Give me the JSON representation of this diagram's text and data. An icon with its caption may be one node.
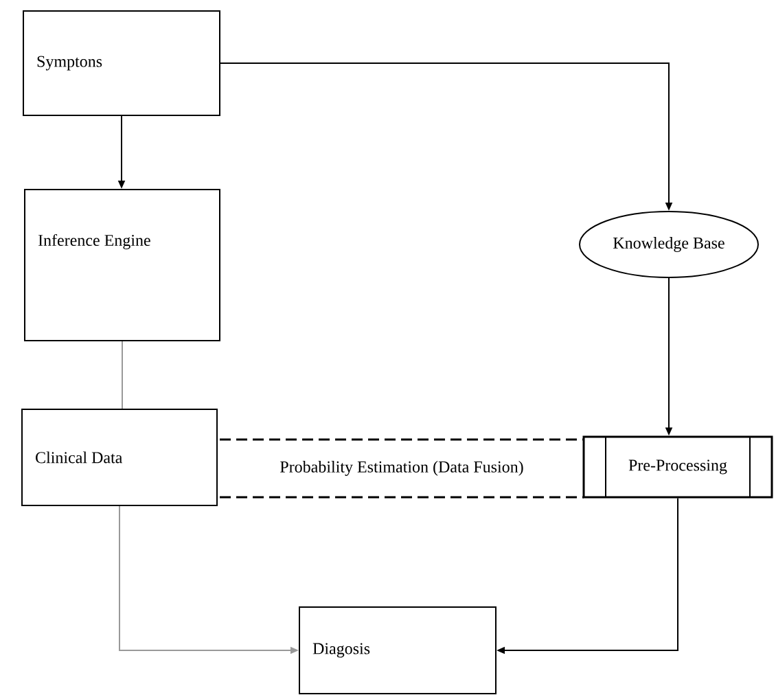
{
  "diagram": {
    "nodes": [
      {
        "text": [
          "Symptons"
        ]
      },
      {
        "text": [
          "Inference Engine"
        ]
      },
      {
        "text": [
          "Knowledge Base"
        ]
      },
      {
        "text": [
          "Clinical Data"
        ]
      },
      {
        "text": [
          "Probability Estimation (Data Fusion)"
        ]
      },
      {
        "text": [
          "Pre-Processing"
        ]
      },
      {
        "text": [
          "Diagosis"
        ]
      }
    ],
    "edges": [
      {
        "from": 0,
        "to": 1,
        "arrow": "to"
      },
      {
        "from": 0,
        "to": 2,
        "arrow": "to"
      },
      {
        "from": 1,
        "to": 3,
        "arrow": "none",
        "color": "#999999"
      },
      {
        "from": 2,
        "to": 5,
        "arrow": "to"
      },
      {
        "from": 3,
        "to": 6,
        "arrow": "to",
        "color": "#999999"
      },
      {
        "from": 5,
        "to": 6,
        "arrow": "to"
      }
    ]
  }
}
